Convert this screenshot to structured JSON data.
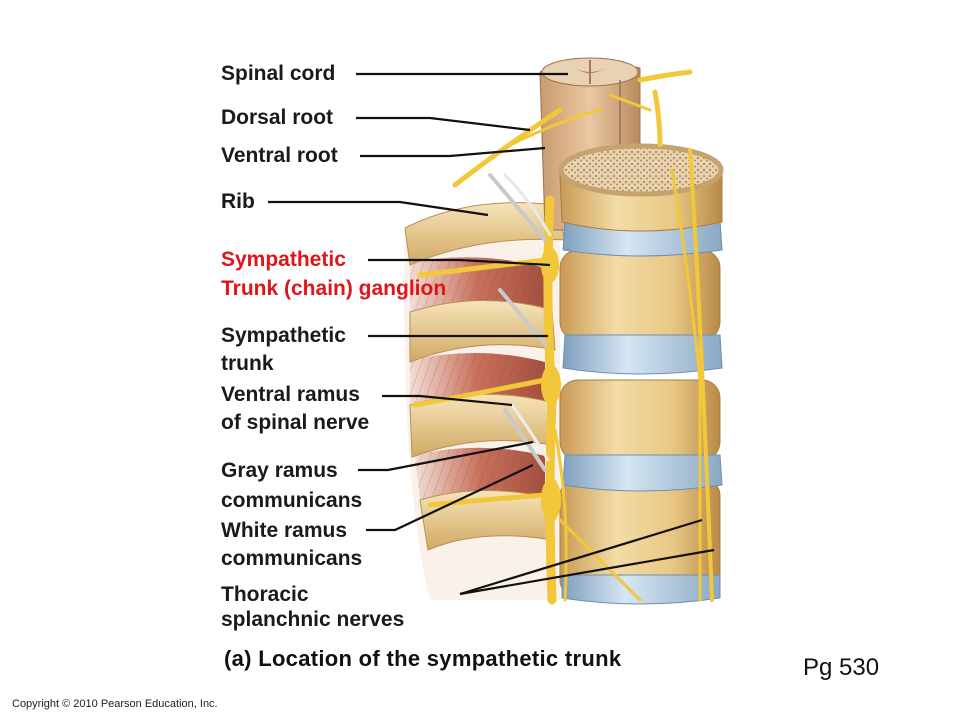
{
  "labels": {
    "spinal_cord": "Spinal cord",
    "dorsal_root": "Dorsal root",
    "ventral_root": "Ventral root",
    "rib": "Rib",
    "sympathetic_ganglion_1": "Sympathetic",
    "sympathetic_ganglion_2": "Trunk (chain) ganglion",
    "sympathetic_trunk_1": "Sympathetic",
    "sympathetic_trunk_2": "trunk",
    "ventral_ramus_1": "Ventral ramus",
    "ventral_ramus_2": "of spinal nerve",
    "gray_ramus_1": "Gray ramus",
    "gray_ramus_2": "communicans",
    "white_ramus_1": "White ramus",
    "white_ramus_2": "communicans",
    "thoracic_1": "Thoracic",
    "thoracic_2": "splanchnic nerves"
  },
  "caption": "(a) Location of the sympathetic trunk",
  "page_ref": "Pg 530",
  "copyright": "Copyright © 2010 Pearson Education, Inc.",
  "colors": {
    "highlight_label": "#e0141b",
    "nerve": "#f2c73a",
    "bone": "#e8c98a",
    "disc": "#a8c4dc",
    "muscle": "#c46a5a",
    "spinal_cord": "#d9b38c"
  }
}
